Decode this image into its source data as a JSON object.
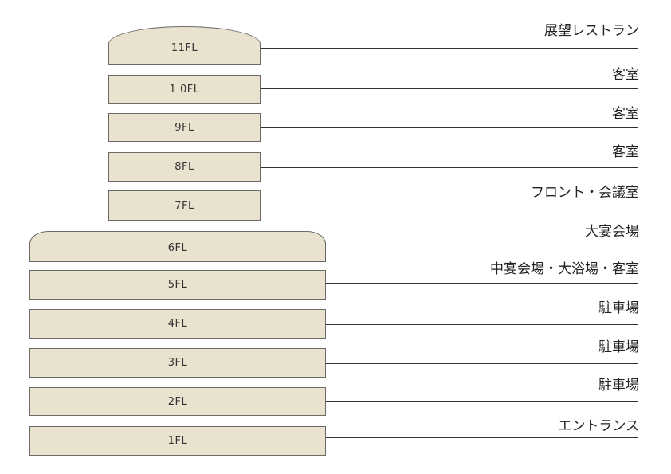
{
  "floors": [
    {
      "label": "11FL",
      "use": "展望レストラン"
    },
    {
      "label": "1 0FL",
      "use": "客室"
    },
    {
      "label": "9FL",
      "use": "客室"
    },
    {
      "label": "8FL",
      "use": "客室"
    },
    {
      "label": "7FL",
      "use": "フロント・会議室"
    },
    {
      "label": "6FL",
      "use": "大宴会場"
    },
    {
      "label": "5FL",
      "use": "中宴会場・大浴場・客室"
    },
    {
      "label": "4FL",
      "use": "駐車場"
    },
    {
      "label": "3FL",
      "use": "駐車場"
    },
    {
      "label": "2FL",
      "use": "駐車場"
    },
    {
      "label": "1FL",
      "use": "エントランス"
    }
  ],
  "colors": {
    "floor_fill": "#e9e2cf",
    "floor_border": "#6b6a66",
    "line": "#333333"
  }
}
